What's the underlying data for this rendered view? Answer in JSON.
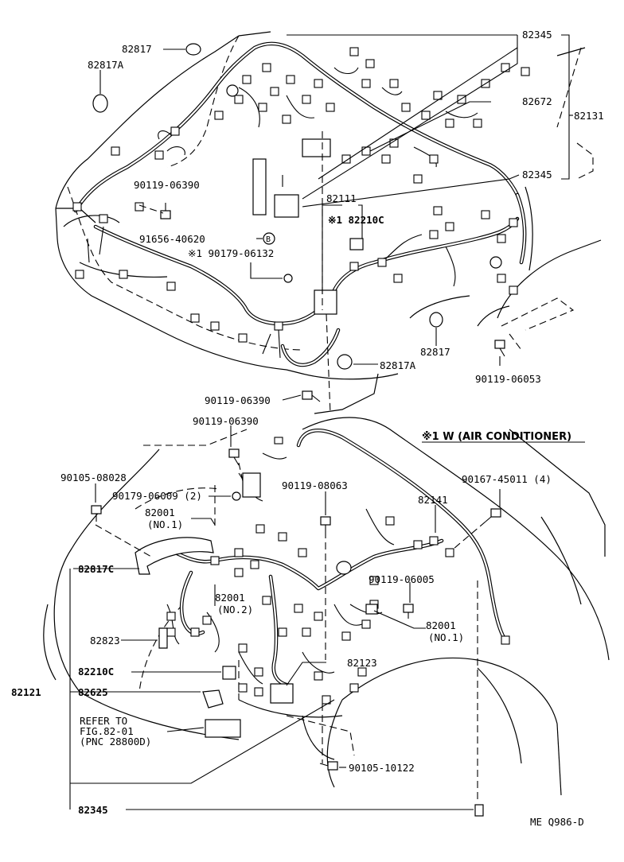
{
  "diagram_code": "ME Q986-D",
  "note": "※1 W (AIR CONDITIONER)",
  "upper_labels": {
    "p82817": "82817",
    "p82817a": "82817A",
    "p82345_top": "82345",
    "p82672": "82672",
    "p82131": "82131",
    "p82345_right": "82345",
    "p90119_06390_a": "90119-06390",
    "p82111": "82111",
    "p82210c_star": "※1 82210C",
    "p91656_40620": "91656-40620",
    "p91656_circle": "B",
    "p90179_06132": "※1 90179-06132",
    "p82817_mid": "82817",
    "p82817a_mid": "82817A",
    "p90119_06053": "90119-06053",
    "p90119_06390_b": "90119-06390"
  },
  "lower_labels": {
    "p90119_06390_c": "90119-06390",
    "p90105_08028": "90105-08028",
    "p90179_06009": "90179-06009 (2)",
    "p90119_08063": "90119-08063",
    "p90167_45011": "90167-45011 (4)",
    "p82001_no1_a": "82001",
    "p82001_no1_a_sub": "(NO.1)",
    "p82141": "82141",
    "p82817c": "82817C",
    "p90119_06005": "90119-06005",
    "p82001_no2": "82001",
    "p82001_no2_sub": "(NO.2)",
    "p82001_no1_b": "82001",
    "p82001_no1_b_sub": "(NO.1)",
    "p82823": "82823",
    "p82123": "82123",
    "p82210c": "82210C",
    "p82121": "82121",
    "p82625": "82625",
    "refer_line1": "REFER TO",
    "refer_line2": "FIG.82-01",
    "refer_line3": "(PNC 28800D)",
    "p90105_10122": "90105-10122",
    "p82345_bottom": "82345"
  }
}
